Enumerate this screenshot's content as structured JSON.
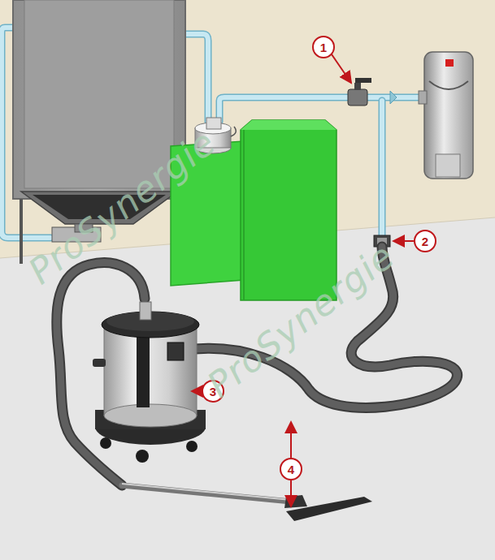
{
  "diagram": {
    "labels": [
      "1",
      "2",
      "3",
      "4",
      "ProSynergie",
      "ProSynergie"
    ]
  }
}
